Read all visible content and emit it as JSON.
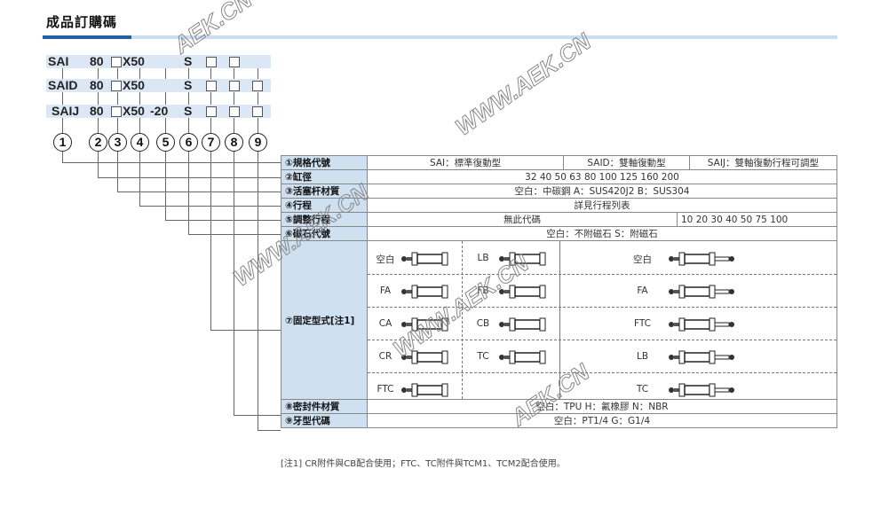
{
  "title": "成品訂購碼",
  "code_rows": [
    {
      "model": "SAI",
      "bore": "80",
      "stroke": "X50",
      "adjust": "",
      "magnet": "S",
      "boxes": 2
    },
    {
      "model": "SAID",
      "bore": "80",
      "stroke": "X50",
      "adjust": "",
      "magnet": "S",
      "boxes": 3
    },
    {
      "model": "SAIJ",
      "bore": "80",
      "stroke": "X50",
      "adjust": "-20",
      "magnet": "S",
      "boxes": 3
    }
  ],
  "circles": [
    "1",
    "2",
    "3",
    "4",
    "5",
    "6",
    "7",
    "8",
    "9"
  ],
  "rows": [
    {
      "label": "①規格代號",
      "cells": [
        "SAI：標準復動型",
        "SAID：雙軸復動型",
        "SAIJ：雙軸復動行程可調型"
      ]
    },
    {
      "label": "②缸徑",
      "value": "32   40   50   63   80   100   125   160   200"
    },
    {
      "label": "③活塞杆材質",
      "value": "空白：中碳鋼    A：SUS420J2    B：SUS304"
    },
    {
      "label": "④行程",
      "value": "詳見行程列表"
    },
    {
      "label": "⑤調整行程",
      "cells": [
        "無此代碼",
        "10  20  30  40  50  75 100"
      ]
    },
    {
      "label": "⑥磁石代號",
      "value": "空白：不附磁石    S：附磁石"
    },
    {
      "label": "⑦固定型式[注1]"
    },
    {
      "label": "⑧密封件材質",
      "value": "空白：TPU    H：氟橡膠    N：NBR"
    },
    {
      "label": "⑨牙型代碼",
      "value": "空白：PT1/4     G：G1/4"
    }
  ],
  "mount_left": [
    [
      "空白",
      "LB"
    ],
    [
      "FA",
      "FB"
    ],
    [
      "CA",
      "CB"
    ],
    [
      "CR",
      "TC"
    ],
    [
      "FTC",
      ""
    ]
  ],
  "mount_right": [
    "空白",
    "FA",
    "FTC",
    "LB",
    "TC"
  ],
  "note": "[注1] CR附件與CB配合使用；FTC、TC附件與TCM1、TCM2配合使用。",
  "watermark": "WWW.AEK.CN"
}
